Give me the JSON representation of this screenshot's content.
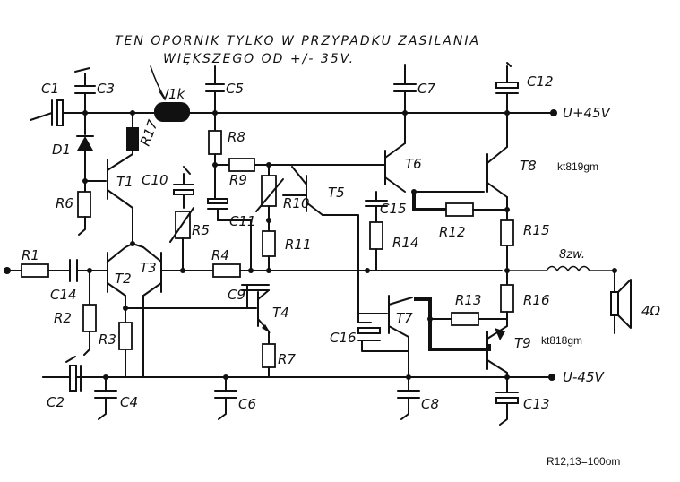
{
  "annotation": {
    "line1": "TEN OPORNIK TYLKO W PRZYPADKU ZASILANIA",
    "line2": "WIĘKSZEGO OD +/- 35V."
  },
  "rails": {
    "positive": "U+45V",
    "negative": "U-45V"
  },
  "components": {
    "C1": "C1",
    "C2": "C2",
    "C3": "C3",
    "C4": "C4",
    "C5": "C5",
    "C6": "C6",
    "C7": "C7",
    "C8": "C8",
    "C9": "C9",
    "C10": "C10",
    "C11": "C11",
    "C12": "C12",
    "C13": "C13",
    "C14": "C14",
    "C15": "C15",
    "C16": "C16",
    "R1": "R1",
    "R2": "R2",
    "R3": "R3",
    "R4": "R4",
    "R5": "R5",
    "R6": "R6",
    "R7": "R7",
    "R8": "R8",
    "R9": "R9",
    "R10": "R10",
    "R11": "R11",
    "R12": "R12",
    "R13": "R13",
    "R14": "R14",
    "R15": "R15",
    "R16": "R16",
    "R17": "R17",
    "D1": "D1",
    "T1": "T1",
    "T2": "T2",
    "T3": "T3",
    "T4": "T4",
    "T5": "T5",
    "T6": "T6",
    "T7": "T7",
    "T8": "T8",
    "T9": "T9"
  },
  "values": {
    "r17": "1k",
    "inductor": "8zw.",
    "speaker": "4Ω"
  },
  "typed_notes": {
    "t8_part": "kt819gm",
    "t9_part": "kt818gm",
    "r12_r13": "R12,13=100om"
  }
}
